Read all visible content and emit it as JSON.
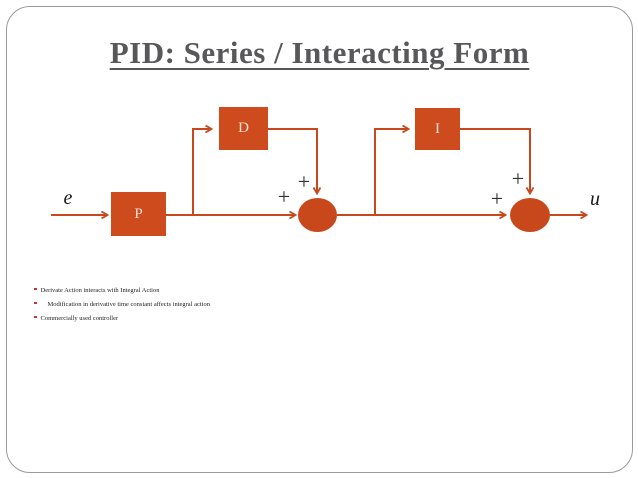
{
  "slide": {
    "title": "PID: Series / Interacting Form",
    "diagram": {
      "input_label": "e",
      "output_label": "u",
      "blocks": [
        {
          "id": "P",
          "label": "P"
        },
        {
          "id": "D",
          "label": "D"
        },
        {
          "id": "I",
          "label": "I"
        }
      ],
      "sum_signs": [
        "+",
        "+",
        "+",
        "+"
      ]
    },
    "bullets": [
      "Derivate Action interacts with Integral Action",
      "Modification in derivative time constant affects integral action",
      "Commercially used controller"
    ],
    "colors": {
      "accent_orange": "#c8481c",
      "block_fill": "#ce4b1e",
      "title_gray": "#58585a",
      "bullet_marker_red": "#c0392b",
      "slide_border": "#9a9a9a"
    }
  }
}
